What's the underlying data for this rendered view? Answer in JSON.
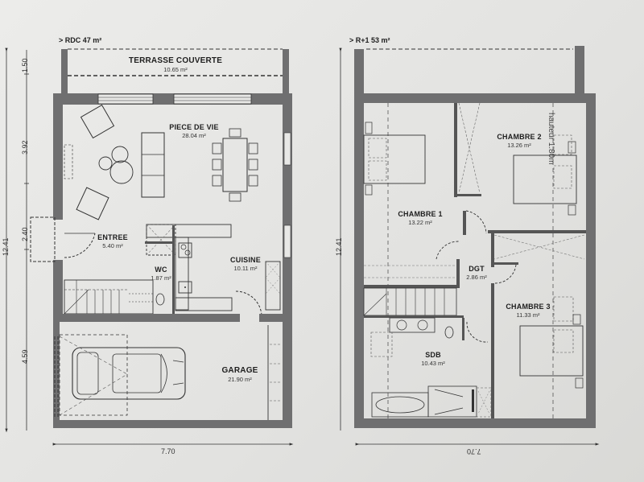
{
  "plans": {
    "ground_floor": {
      "title": "> RDC 47 m²",
      "rooms": [
        {
          "name": "TERRASSE COUVERTE",
          "area": "10.65 m²"
        },
        {
          "name": "PIECE DE VIE",
          "area": "28.04 m²"
        },
        {
          "name": "ENTREE",
          "area": "5.40 m²"
        },
        {
          "name": "WC",
          "area": "1.87 m²"
        },
        {
          "name": "CUISINE",
          "area": "10.11 m²"
        },
        {
          "name": "GARAGE",
          "area": "21.90 m²"
        }
      ],
      "dimensions": {
        "total_height": "12.41",
        "segments": [
          "1.50",
          "3.92",
          "2.40",
          "4.59"
        ],
        "width": "7.70"
      }
    },
    "upper_floor": {
      "title": "> R+1 53 m²",
      "rooms": [
        {
          "name": "CHAMBRE 2",
          "area": "13.26 m²"
        },
        {
          "name": "CHAMBRE 1",
          "area": "13.22 m²"
        },
        {
          "name": "DGT",
          "area": "2.86 m²"
        },
        {
          "name": "CHAMBRE 3",
          "area": "11.33 m²"
        },
        {
          "name": "SDB",
          "area": "10.43 m²"
        }
      ],
      "annotation": "hauteur 1.80m",
      "dimensions": {
        "total_height": "12.41",
        "width": "7.70"
      }
    }
  },
  "colors": {
    "wall": "#6f6f70",
    "line": "#2a2a2a",
    "paper": "#e8e8e6"
  }
}
